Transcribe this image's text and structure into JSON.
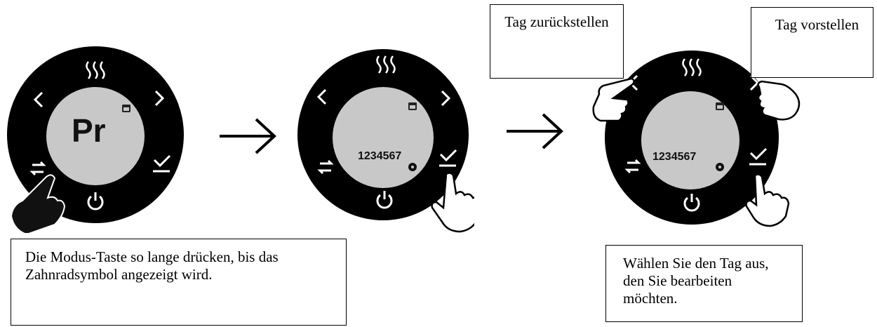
{
  "dials": [
    {
      "display_text": "Pr",
      "icons": [
        "heat-icon",
        "chevron-left-icon",
        "chevron-right-icon",
        "calendar-icon",
        "mode-icon",
        "confirm-icon",
        "power-icon"
      ]
    },
    {
      "display_text": "1234567",
      "icons": [
        "heat-icon",
        "chevron-left-icon",
        "chevron-right-icon",
        "calendar-icon",
        "gear-icon",
        "mode-icon",
        "confirm-icon",
        "power-icon"
      ]
    },
    {
      "display_text": "1234567",
      "icons": [
        "heat-icon",
        "chevron-left-icon",
        "chevron-right-icon",
        "calendar-icon",
        "gear-icon",
        "mode-icon",
        "confirm-icon",
        "power-icon"
      ]
    }
  ],
  "callouts": {
    "day_back": "Tag zurückstellen",
    "day_forward": "Tag vorstellen",
    "mode_instruction": "Die Modus-Taste so lange drücken, bis das Zahnradsymbol angezeigt wird.",
    "select_day": "Wählen Sie den Tag aus, den Sie bearbeiten möchten."
  },
  "colors": {
    "dial_ring": "#000000",
    "display": "#c8c8c8",
    "icon": "#ffffff"
  }
}
